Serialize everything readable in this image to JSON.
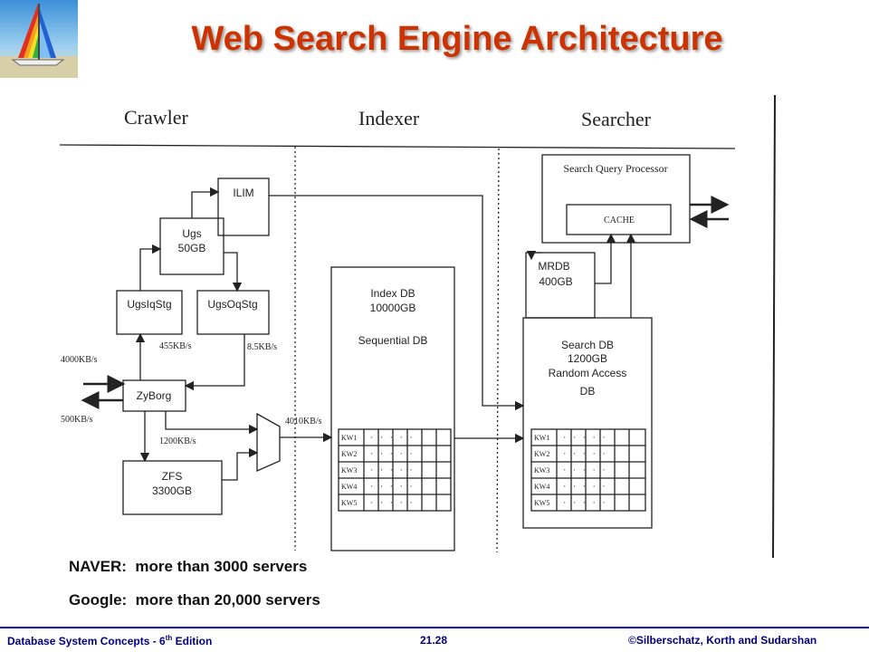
{
  "title": "Web Search Engine Architecture",
  "sections": {
    "crawler": "Crawler",
    "indexer": "Indexer",
    "searcher": "Searcher"
  },
  "boxes": {
    "ilim": "ILIM",
    "ugs": [
      "Ugs",
      "50GB"
    ],
    "ugsiq": "UgsIqStg",
    "ugsoq": "UgsOqStg",
    "zyborg": "ZyBorg",
    "zfs": [
      "ZFS",
      "3300GB"
    ],
    "indexdb": [
      "Index DB",
      "10000GB",
      "Sequential DB"
    ],
    "sqp": "Search Query Processor",
    "cache": "CACHE",
    "mrdb": [
      "MRDB",
      "400GB"
    ],
    "searchdb": [
      "Search DB",
      "1200GB",
      "Random Access",
      "DB"
    ]
  },
  "rates": {
    "in_left": "4000KB/s",
    "out_left": "500KB/s",
    "r455": "455KB/s",
    "r85": "8.5KB/s",
    "r1200": "1200KB/s",
    "r4010": "4010KB/s"
  },
  "kw_labels": [
    "KW1",
    "KW2",
    "KW3",
    "KW4",
    "KW5"
  ],
  "notes": [
    {
      "label": "NAVER:",
      "text": "more than 3000 servers"
    },
    {
      "label": "Google:",
      "text": "more than 20,000 servers"
    }
  ],
  "footer": {
    "left_pre": "Database  System Concepts  - 6",
    "left_sup": "th",
    "left_post": " Edition",
    "center": "21.28",
    "right": "©Silberschatz, Korth  and  Sudarshan"
  },
  "colors": {
    "title": "#cc3300",
    "footer": "#000080"
  },
  "icons": {
    "logo": "sailboat-logo-icon"
  }
}
